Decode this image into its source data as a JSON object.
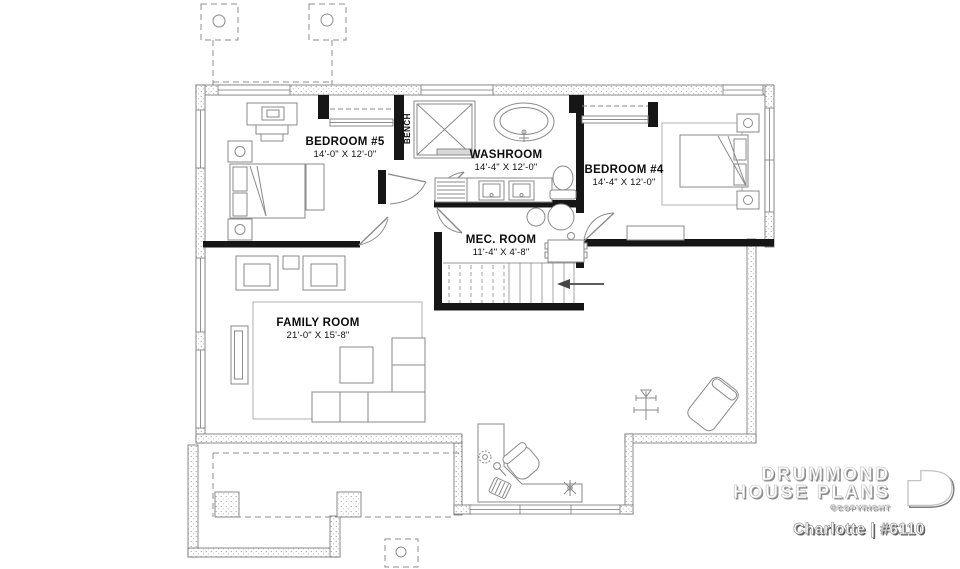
{
  "plan": {
    "rooms": {
      "bedroom5": {
        "name": "BEDROOM #5",
        "dims": "14'-0\" X 12'-0\""
      },
      "washroom": {
        "name": "WASHROOM",
        "dims": "14'-4\" X 12'-0\""
      },
      "bedroom4": {
        "name": "BEDROOM #4",
        "dims": "14'-4\" X 12'-0\""
      },
      "mec_room": {
        "name": "MEC. ROOM",
        "dims": "11'-4\" X 4'-8\""
      },
      "family_room": {
        "name": "FAMILY ROOM",
        "dims": "21'-0\" X 15'-8\""
      }
    },
    "annotations": {
      "bench": "BENCH"
    }
  },
  "branding": {
    "company_line1": "DRUMMOND",
    "company_line2": "HOUSE PLANS",
    "copyright": "©COPYRIGHT",
    "plan_title": "Charlotte | #6110"
  },
  "colors": {
    "wall_black": "#161616",
    "furniture_line": "#8a8a8a",
    "stipple_dot": "#8f8f8f",
    "label_text": "#0d0d0d"
  }
}
